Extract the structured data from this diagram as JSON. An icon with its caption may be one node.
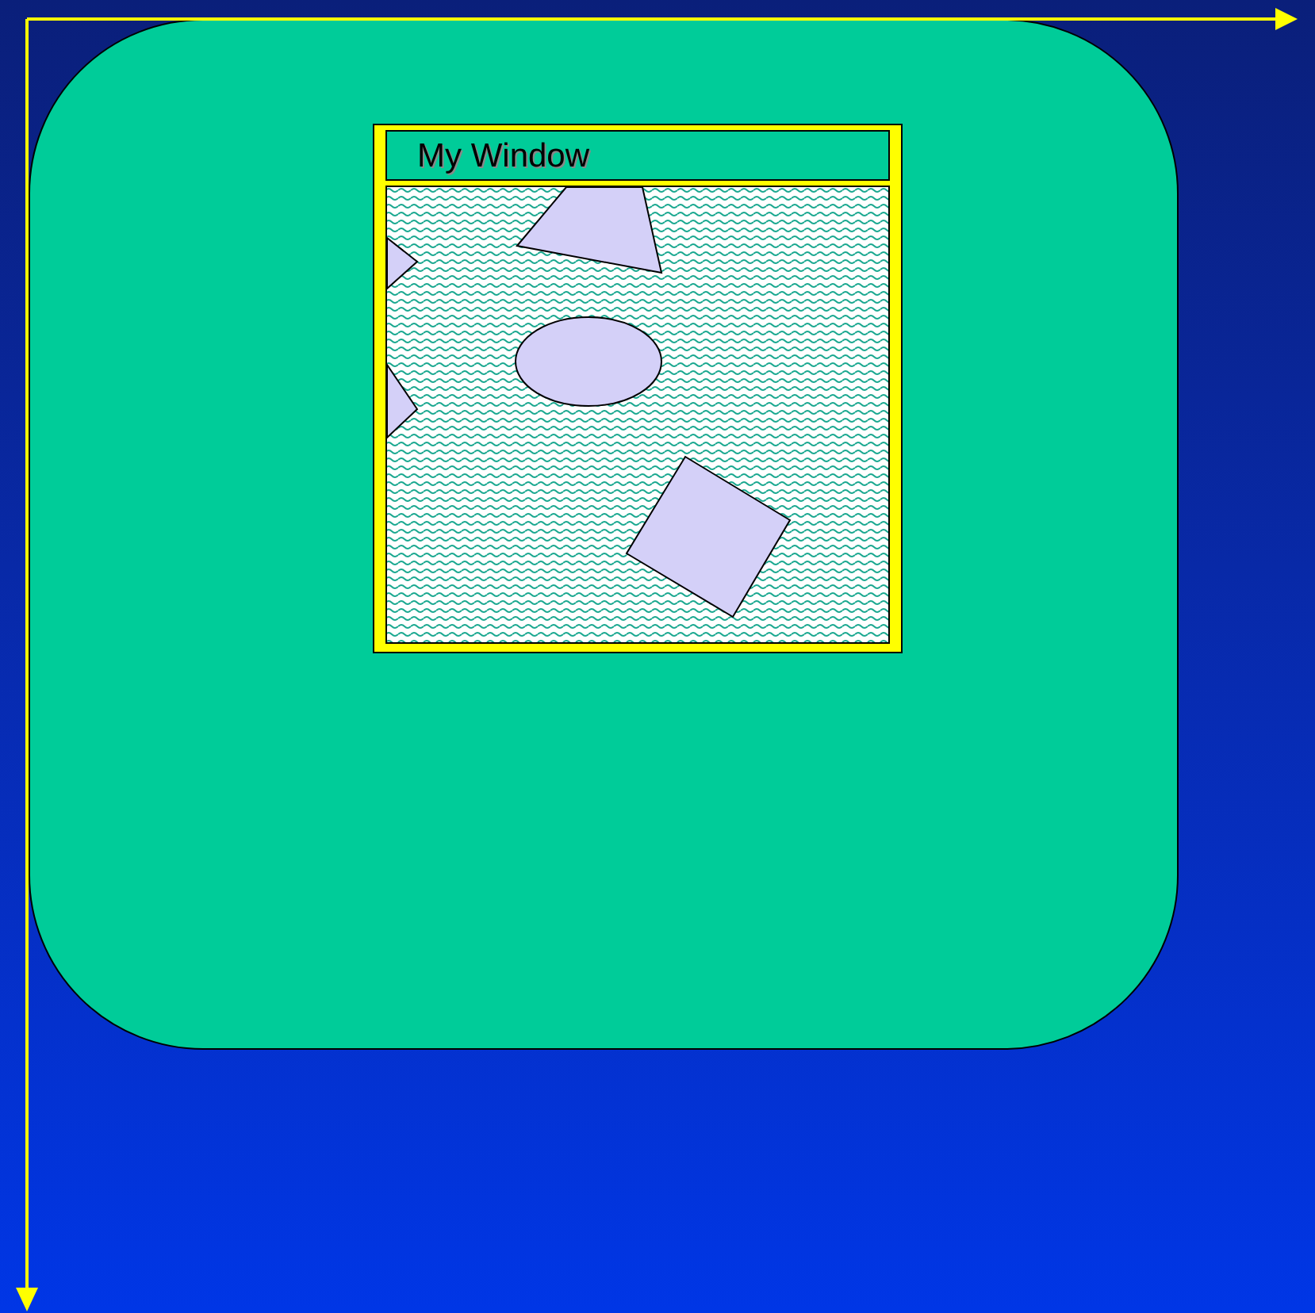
{
  "diagram": {
    "nodes": [
      {
        "text": [],
        "shape": "box"
      },
      {
        "text": [
          "My Window"
        ],
        "in": 0
      }
    ]
  }
}
